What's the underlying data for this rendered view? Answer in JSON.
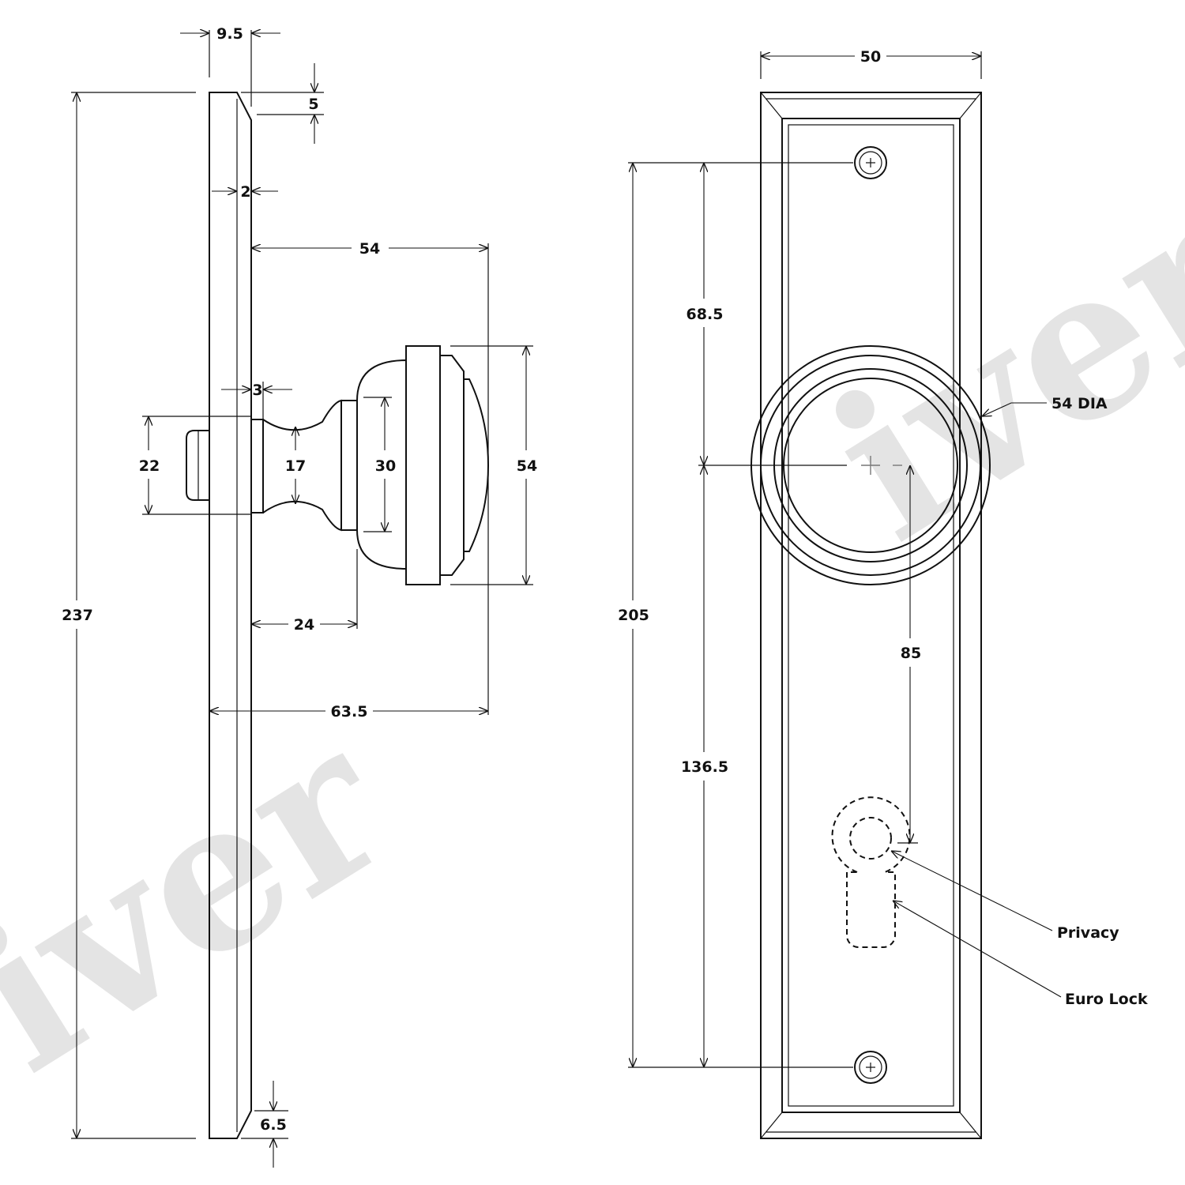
{
  "watermark": {
    "text": "iver",
    "color": "#e4e4e4"
  },
  "colors": {
    "line": "#111111",
    "background": "#ffffff",
    "centre_mark": "#777777"
  },
  "side_view": {
    "dimensions": {
      "plate_tip_width": "9.5",
      "top_chamfer": "5",
      "plate_step": "2",
      "knob_projection": "54",
      "rose_gap": "3",
      "spindle_boss": "22",
      "neck": "17",
      "knob_inner": "30",
      "knob_diameter": "54",
      "neck_length": "24",
      "overall_projection": "63.5",
      "overall_height": "237",
      "bottom_chamfer": "6.5"
    }
  },
  "front_view": {
    "dimensions": {
      "plate_width": "50",
      "screw_to_knob": "68.5",
      "screw_centres": "205",
      "knob_to_screw": "136.5",
      "knob_to_lock": "85"
    },
    "callouts": {
      "knob_diameter": "54 DIA",
      "privacy": "Privacy",
      "euro_lock": "Euro Lock"
    }
  }
}
